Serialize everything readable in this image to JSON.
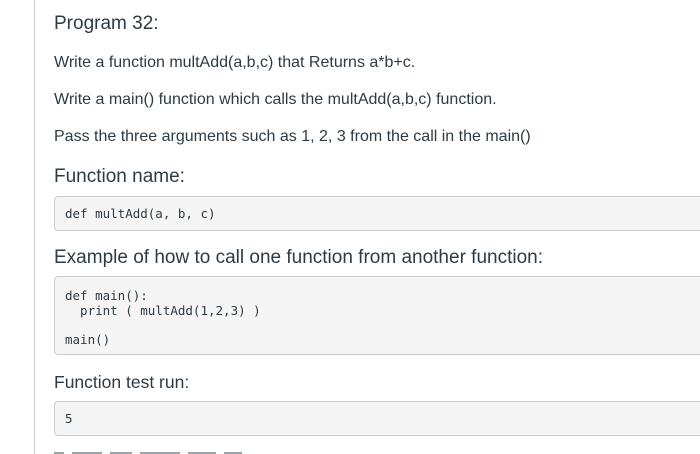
{
  "program": {
    "title": "Program 32:",
    "instructions": [
      "Write a function multAdd(a,b,c)  that Returns a*b+c.",
      "Write a main() function which calls the multAdd(a,b,c) function.",
      "Pass the three arguments such as 1, 2, 3 from the call in the main()"
    ]
  },
  "function_name": {
    "heading": "Function name:",
    "code": "def multAdd(a, b, c)"
  },
  "example": {
    "heading": "Example of how to call one function from another function:",
    "code_lines": [
      "def main():",
      "  print ( multAdd(1,2,3) )",
      "main()"
    ]
  },
  "test_run": {
    "heading": "Function test run:",
    "output": "5"
  }
}
